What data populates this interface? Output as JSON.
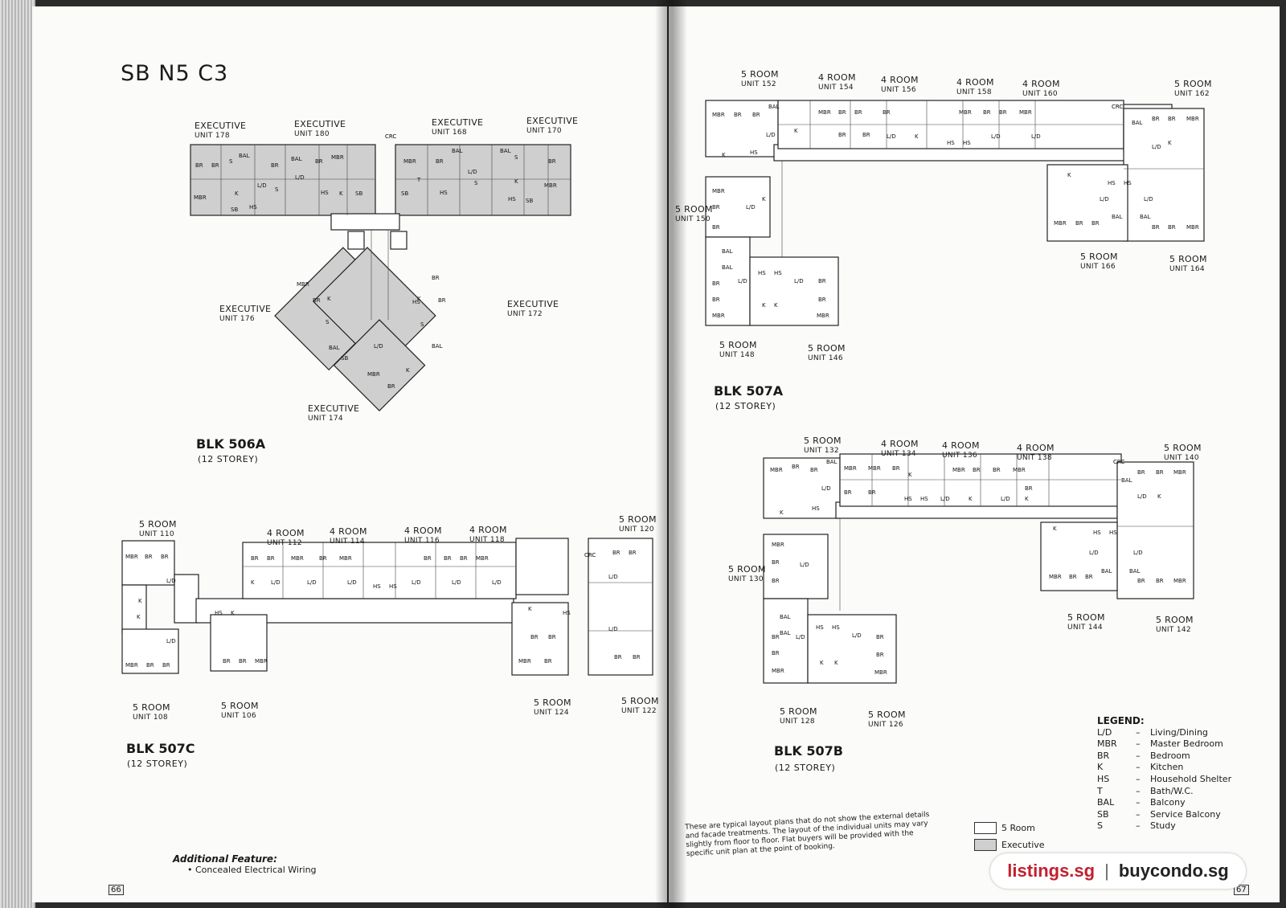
{
  "title": "SB N5 C3",
  "blocks": {
    "b506a": {
      "name": "BLK 506A",
      "storey": "(12 STOREY)"
    },
    "b507c": {
      "name": "BLK 507C",
      "storey": "(12 STOREY)"
    },
    "b507a": {
      "name": "BLK 507A",
      "storey": "(12 STOREY)"
    },
    "b507b": {
      "name": "BLK 507B",
      "storey": "(12 STOREY)"
    }
  },
  "units": [
    {
      "type": "EXECUTIVE",
      "unit": "UNIT 178"
    },
    {
      "type": "EXECUTIVE",
      "unit": "UNIT 180"
    },
    {
      "type": "EXECUTIVE",
      "unit": "UNIT 168"
    },
    {
      "type": "EXECUTIVE",
      "unit": "UNIT 170"
    },
    {
      "type": "EXECUTIVE",
      "unit": "UNIT 176"
    },
    {
      "type": "EXECUTIVE",
      "unit": "UNIT 172"
    },
    {
      "type": "EXECUTIVE",
      "unit": "UNIT 174"
    },
    {
      "type": "5 ROOM",
      "unit": "UNIT 110"
    },
    {
      "type": "4 ROOM",
      "unit": "UNIT 112"
    },
    {
      "type": "4 ROOM",
      "unit": "UNIT 114"
    },
    {
      "type": "4 ROOM",
      "unit": "UNIT 116"
    },
    {
      "type": "4 ROOM",
      "unit": "UNIT 118"
    },
    {
      "type": "5 ROOM",
      "unit": "UNIT 120"
    },
    {
      "type": "5 ROOM",
      "unit": "UNIT 108"
    },
    {
      "type": "5 ROOM",
      "unit": "UNIT 106"
    },
    {
      "type": "5 ROOM",
      "unit": "UNIT 124"
    },
    {
      "type": "5 ROOM",
      "unit": "UNIT 122"
    },
    {
      "type": "5 ROOM",
      "unit": "UNIT 152"
    },
    {
      "type": "4 ROOM",
      "unit": "UNIT 154"
    },
    {
      "type": "4 ROOM",
      "unit": "UNIT 156"
    },
    {
      "type": "4 ROOM",
      "unit": "UNIT 158"
    },
    {
      "type": "4 ROOM",
      "unit": "UNIT 160"
    },
    {
      "type": "5 ROOM",
      "unit": "UNIT 162"
    },
    {
      "type": "5 ROOM",
      "unit": "UNIT 150"
    },
    {
      "type": "5 ROOM",
      "unit": "UNIT 166"
    },
    {
      "type": "5 ROOM",
      "unit": "UNIT 164"
    },
    {
      "type": "5 ROOM",
      "unit": "UNIT 148"
    },
    {
      "type": "5 ROOM",
      "unit": "UNIT 146"
    },
    {
      "type": "5 ROOM",
      "unit": "UNIT 132"
    },
    {
      "type": "4 ROOM",
      "unit": "UNIT 134"
    },
    {
      "type": "4 ROOM",
      "unit": "UNIT 136"
    },
    {
      "type": "4 ROOM",
      "unit": "UNIT 138"
    },
    {
      "type": "5 ROOM",
      "unit": "UNIT 140"
    },
    {
      "type": "5 ROOM",
      "unit": "UNIT 130"
    },
    {
      "type": "5 ROOM",
      "unit": "UNIT 144"
    },
    {
      "type": "5 ROOM",
      "unit": "UNIT 142"
    },
    {
      "type": "5 ROOM",
      "unit": "UNIT 128"
    },
    {
      "type": "5 ROOM",
      "unit": "UNIT 126"
    }
  ],
  "plan_labels": {
    "crc": "CRC"
  },
  "legend": {
    "title": "LEGEND:",
    "items": [
      {
        "abbr": "L/D",
        "desc": "Living/Dining"
      },
      {
        "abbr": "MBR",
        "desc": "Master Bedroom"
      },
      {
        "abbr": "BR",
        "desc": "Bedroom"
      },
      {
        "abbr": "K",
        "desc": "Kitchen"
      },
      {
        "abbr": "HS",
        "desc": "Household Shelter"
      },
      {
        "abbr": "T",
        "desc": "Bath/W.C."
      },
      {
        "abbr": "BAL",
        "desc": "Balcony"
      },
      {
        "abbr": "SB",
        "desc": "Service Balcony"
      },
      {
        "abbr": "S",
        "desc": "Study"
      }
    ]
  },
  "key": {
    "five_room": "5 Room",
    "executive": "Executive"
  },
  "note": "These are typical layout plans that do not show the external details and facade treatments. The layout of the individual units may vary slightly from floor to floor. Flat buyers will be provided with the specific unit plan at the point of booking.",
  "additional": {
    "heading": "Additional Feature:",
    "item": "Concealed Electrical Wiring"
  },
  "page_numbers": {
    "left": "66",
    "right": "67"
  },
  "watermark": {
    "site1": "listings.sg",
    "site2": "buycondo.sg"
  },
  "colors": {
    "executive_fill": "#cfcfcf",
    "five_room_fill": "#ffffff",
    "brand_red": "#c3202e"
  }
}
